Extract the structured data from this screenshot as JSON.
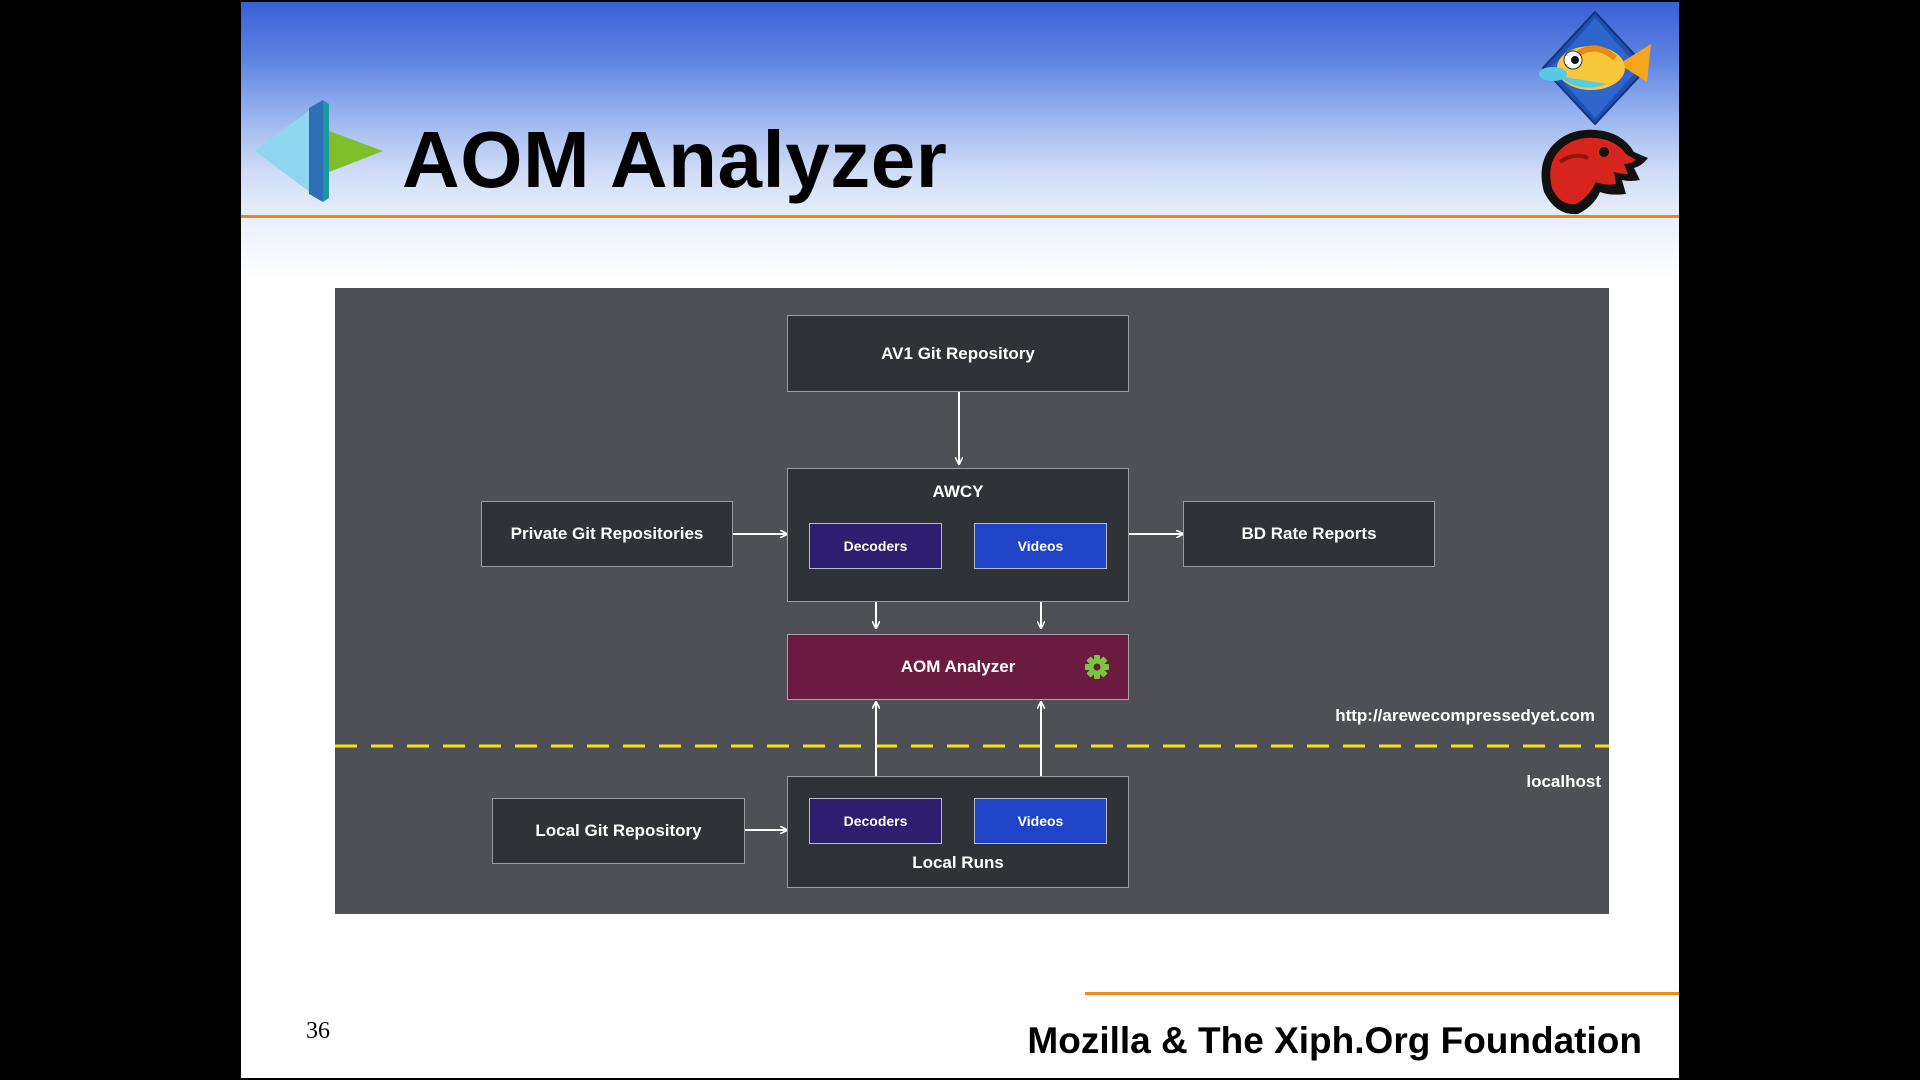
{
  "slide": {
    "title": "AOM Analyzer",
    "page_number": "36",
    "footer": "Mozilla & The Xiph.Org Foundation"
  },
  "diagram": {
    "av1_repo": "AV1 Git Repository",
    "awcy": {
      "title": "AWCY",
      "decoders": "Decoders",
      "videos": "Videos"
    },
    "private_repos": "Private Git Repositories",
    "bd_rate": "BD Rate Reports",
    "analyzer": "AOM Analyzer",
    "remote_url": "http://arewecompressedyet.com",
    "localhost": "localhost",
    "local_repo": "Local Git Repository",
    "local_runs": {
      "title": "Local Runs",
      "decoders": "Decoders",
      "videos": "Videos"
    }
  },
  "colors": {
    "header_accent": "#ee8a1c",
    "diagram_bg": "#4f5055",
    "node_bg": "#2f3236",
    "decoders_bg": "#2d1e70",
    "videos_bg": "#1f44c8",
    "analyzer_bg": "#6c1b40",
    "divider": "#f2e416",
    "gear": "#7cc443"
  },
  "icons": [
    "aom-logo",
    "fish-logo",
    "mozilla-logo",
    "gear-icon"
  ]
}
